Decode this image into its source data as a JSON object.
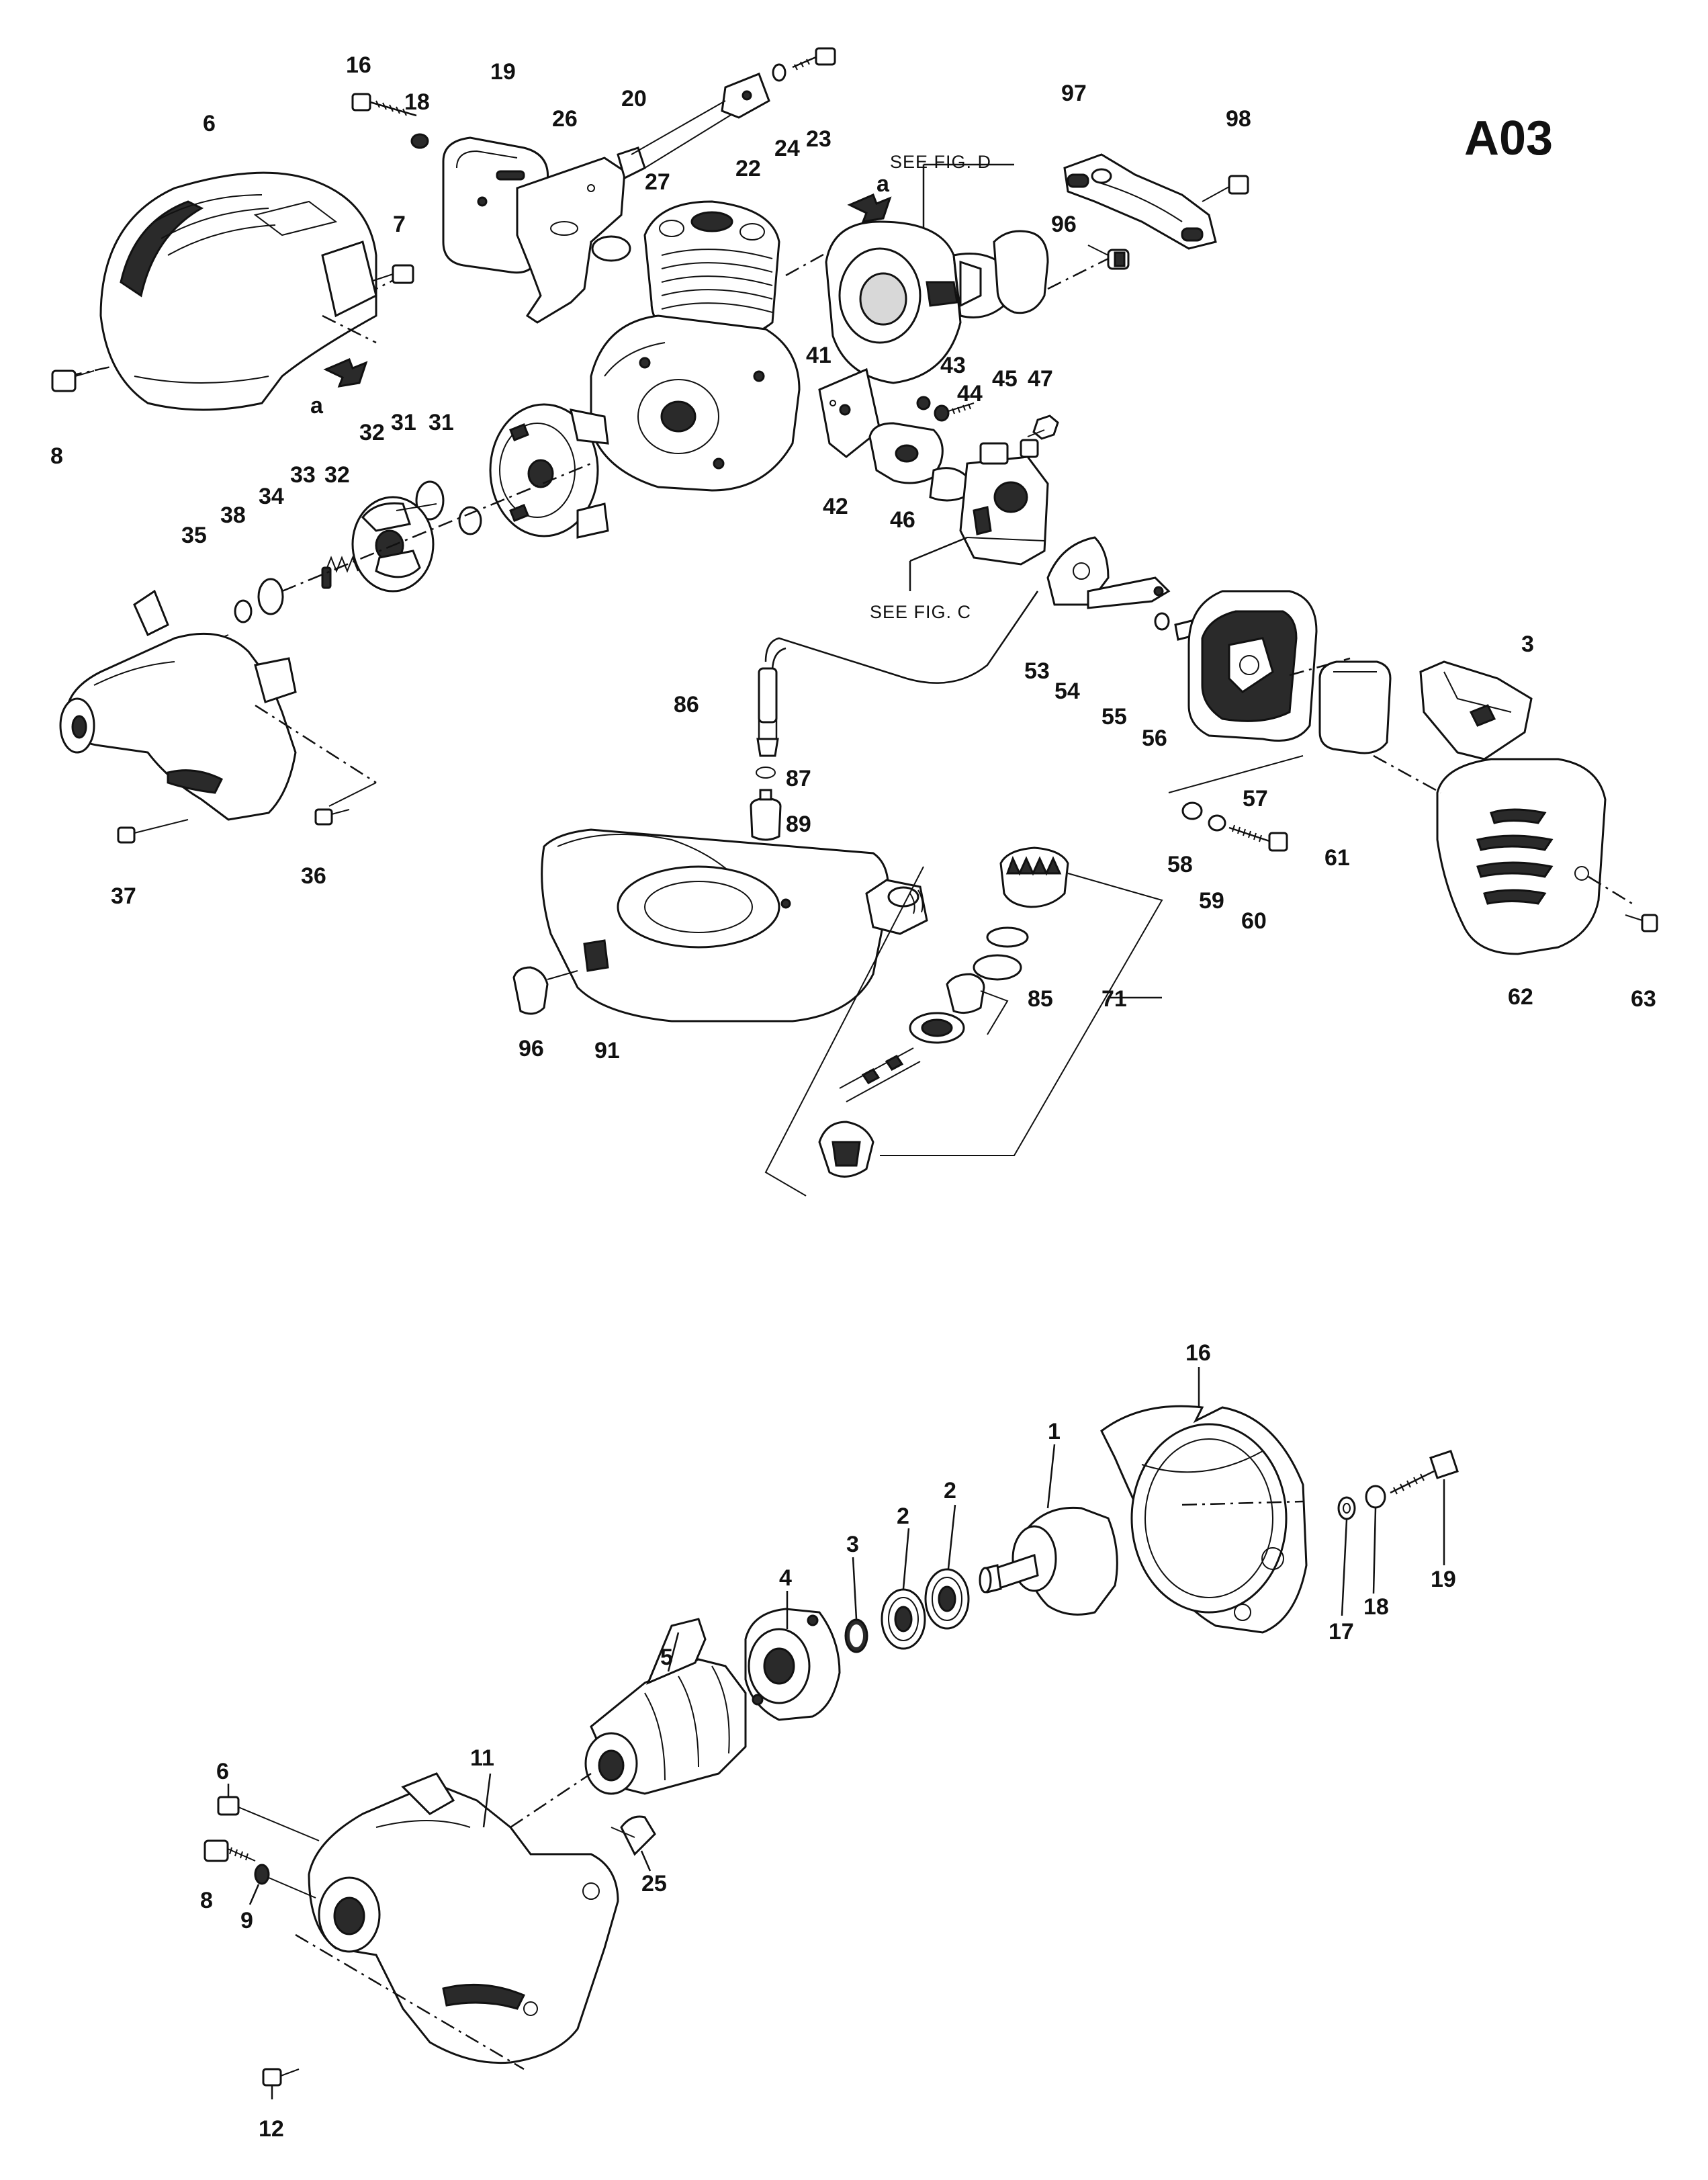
{
  "diagram_code": "A03",
  "references": {
    "fig_d": "SEE FIG. D",
    "fig_c": "SEE FIG. C"
  },
  "direction_marks": [
    "a",
    "a"
  ],
  "engine_assembly": {
    "callouts": [
      "16",
      "18",
      "19",
      "26",
      "20",
      "27",
      "22",
      "24",
      "23",
      "6",
      "7",
      "8",
      "97",
      "98",
      "96",
      "41",
      "43",
      "44",
      "45",
      "47",
      "42",
      "46",
      "35",
      "38",
      "34",
      "33",
      "32",
      "32",
      "31",
      "31",
      "37",
      "36",
      "53",
      "54",
      "55",
      "56",
      "3",
      "86",
      "87",
      "89",
      "57",
      "61",
      "58",
      "59",
      "60",
      "62",
      "63",
      "96",
      "91",
      "85",
      "71"
    ]
  },
  "gear_head_assembly": {
    "callouts": [
      "16",
      "1",
      "2",
      "2",
      "3",
      "4",
      "5",
      "17",
      "18",
      "19",
      "6",
      "8",
      "9",
      "11",
      "25",
      "12"
    ]
  }
}
